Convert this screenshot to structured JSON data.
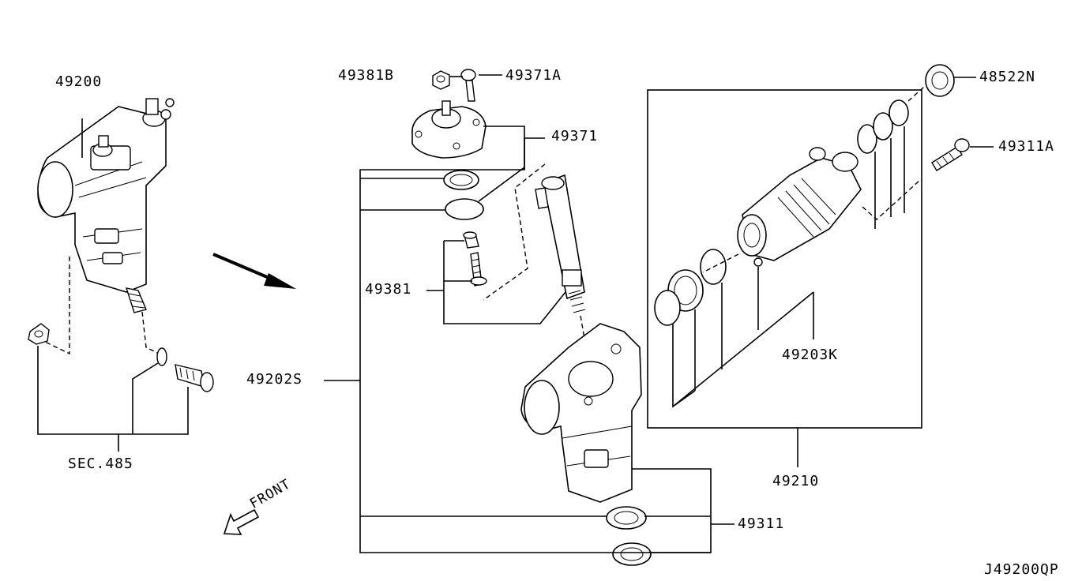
{
  "diagram": {
    "code": "J49200QP",
    "front_label": "FRONT",
    "labels": {
      "p49200": "49200",
      "sec485": "SEC.485",
      "p49381B": "49381B",
      "p49371A": "49371A",
      "p49371": "49371",
      "p49381": "49381",
      "p49202S": "49202S",
      "p48522N": "48522N",
      "p49311A": "49311A",
      "p49203K": "49203K",
      "p49210": "49210",
      "p49311": "49311"
    }
  }
}
